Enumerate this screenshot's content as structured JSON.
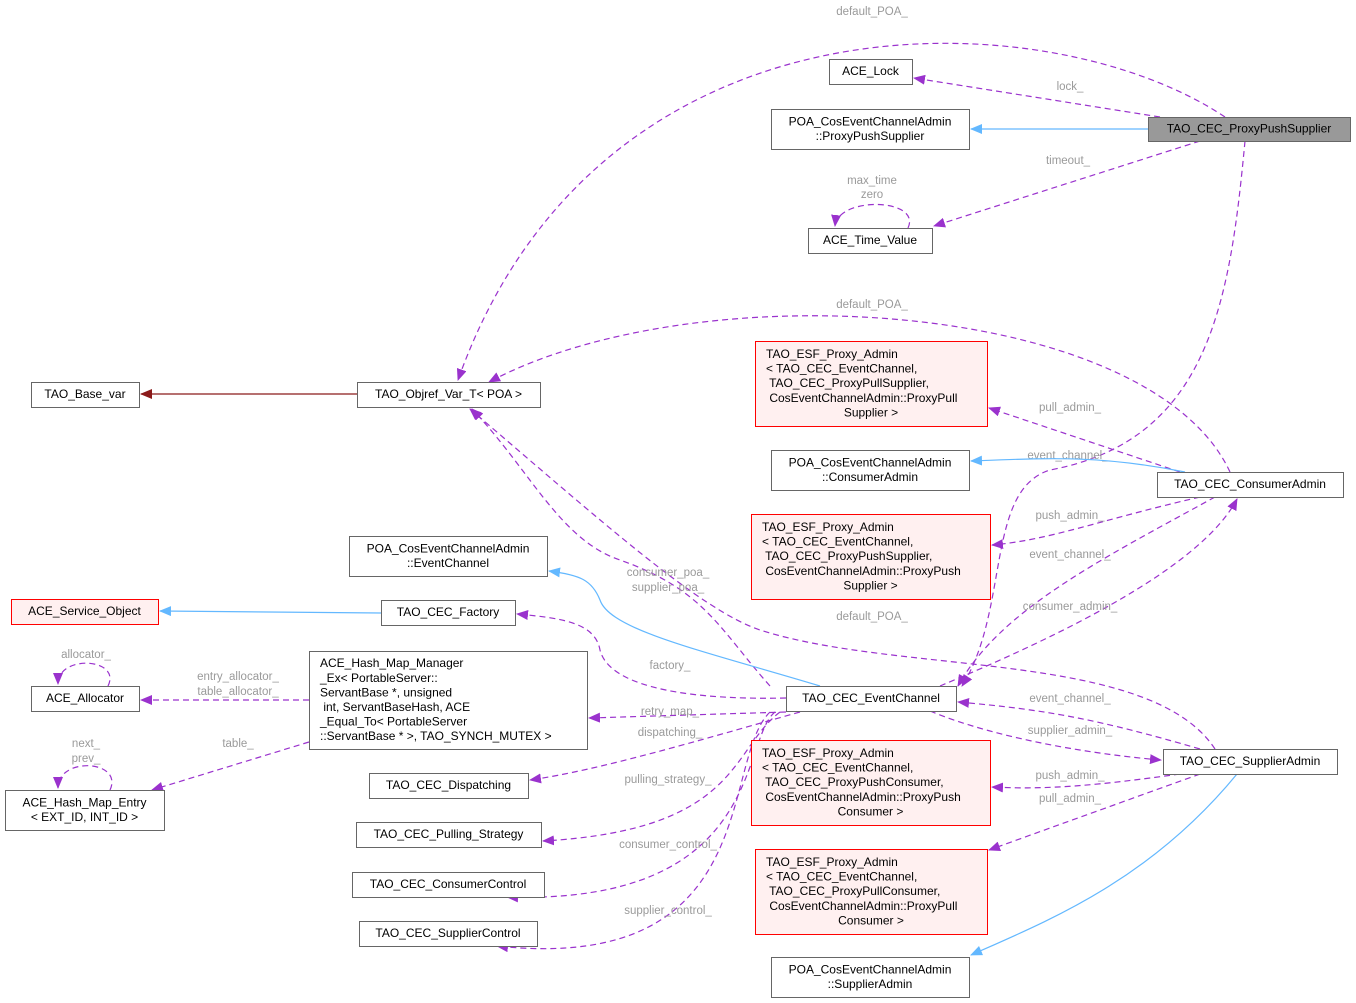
{
  "nodes": {
    "lock": [
      "ACE_Lock"
    ],
    "poa_pps": [
      "POA_CosEventChannelAdmin",
      "::ProxyPushSupplier"
    ],
    "pps": [
      "TAO_CEC_ProxyPushSupplier"
    ],
    "time": [
      "ACE_Time_Value"
    ],
    "basevar": [
      "TAO_Base_var"
    ],
    "objref": [
      "TAO_Objref_Var_T< POA >"
    ],
    "esf_pull_sup": [
      "TAO_ESF_Proxy_Admin",
      "< TAO_CEC_EventChannel,",
      " TAO_CEC_ProxyPullSupplier,",
      " CosEventChannelAdmin::ProxyPull",
      "Supplier >"
    ],
    "poa_ca": [
      "POA_CosEventChannelAdmin",
      "::ConsumerAdmin"
    ],
    "ca": [
      "TAO_CEC_ConsumerAdmin"
    ],
    "esf_push_sup": [
      "TAO_ESF_Proxy_Admin",
      "< TAO_CEC_EventChannel,",
      " TAO_CEC_ProxyPushSupplier,",
      " CosEventChannelAdmin::ProxyPush",
      "Supplier >"
    ],
    "poa_ec": [
      "POA_CosEventChannelAdmin",
      "::EventChannel"
    ],
    "svcobj": [
      "ACE_Service_Object"
    ],
    "factory": [
      "TAO_CEC_Factory"
    ],
    "allocator": [
      "ACE_Allocator"
    ],
    "hashmgr": [
      "ACE_Hash_Map_Manager",
      "_Ex< PortableServer::",
      "ServantBase *, unsigned",
      " int, ServantBaseHash, ACE",
      "_Equal_To< PortableServer",
      "::ServantBase * >, TAO_SYNCH_MUTEX >"
    ],
    "ec": [
      "TAO_CEC_EventChannel"
    ],
    "entry": [
      "ACE_Hash_Map_Entry",
      "< EXT_ID, INT_ID >"
    ],
    "disp": [
      "TAO_CEC_Dispatching"
    ],
    "sa": [
      "TAO_CEC_SupplierAdmin"
    ],
    "esf_push_con": [
      "TAO_ESF_Proxy_Admin",
      "< TAO_CEC_EventChannel,",
      " TAO_CEC_ProxyPushConsumer,",
      " CosEventChannelAdmin::ProxyPush",
      "Consumer >"
    ],
    "pull": [
      "TAO_CEC_Pulling_Strategy"
    ],
    "esf_pull_con": [
      "TAO_ESF_Proxy_Admin",
      "< TAO_CEC_EventChannel,",
      " TAO_CEC_ProxyPullConsumer,",
      " CosEventChannelAdmin::ProxyPull",
      "Consumer >"
    ],
    "cc": [
      "TAO_CEC_ConsumerControl"
    ],
    "sc": [
      "TAO_CEC_SupplierControl"
    ],
    "poa_sa": [
      "POA_CosEventChannelAdmin",
      "::SupplierAdmin"
    ]
  },
  "edges": [
    {
      "from": "pps",
      "to": "objref",
      "labels": [
        "default_POA_"
      ]
    },
    {
      "from": "pps",
      "to": "lock",
      "labels": [
        "lock_"
      ]
    },
    {
      "from": "pps",
      "to": "poa_pps",
      "labels": []
    },
    {
      "from": "pps",
      "to": "time",
      "labels": [
        "timeout_"
      ]
    },
    {
      "from": "time",
      "to": "time",
      "labels": [
        "max_time",
        "zero"
      ]
    },
    {
      "from": "pps",
      "to": "ec",
      "labels": [
        "event_channel_"
      ]
    },
    {
      "from": "objref",
      "to": "basevar",
      "labels": []
    },
    {
      "from": "ca",
      "to": "objref",
      "labels": [
        "default_POA_"
      ]
    },
    {
      "from": "ca",
      "to": "esf_pull_sup",
      "labels": [
        "pull_admin_"
      ]
    },
    {
      "from": "ca",
      "to": "poa_ca",
      "labels": []
    },
    {
      "from": "ca",
      "to": "esf_push_sup",
      "labels": [
        "push_admin_"
      ]
    },
    {
      "from": "ca",
      "to": "ec",
      "labels": [
        "event_channel_"
      ]
    },
    {
      "from": "ec",
      "to": "ca",
      "labels": [
        "consumer_admin_"
      ]
    },
    {
      "from": "sa",
      "to": "objref",
      "labels": [
        "default_POA_"
      ]
    },
    {
      "from": "ec",
      "to": "objref",
      "labels": [
        "consumer_poa_",
        "supplier_poa_"
      ]
    },
    {
      "from": "ec",
      "to": "poa_ec",
      "labels": []
    },
    {
      "from": "ec",
      "to": "factory",
      "labels": [
        "factory_"
      ]
    },
    {
      "from": "ec",
      "to": "hashmgr",
      "labels": [
        "retry_map_"
      ]
    },
    {
      "from": "ec",
      "to": "disp",
      "labels": [
        "dispatching_"
      ]
    },
    {
      "from": "ec",
      "to": "pull",
      "labels": [
        "pulling_strategy_"
      ]
    },
    {
      "from": "ec",
      "to": "cc",
      "labels": [
        "consumer_control_"
      ]
    },
    {
      "from": "ec",
      "to": "sc",
      "labels": [
        "supplier_control_"
      ]
    },
    {
      "from": "sa",
      "to": "ec",
      "labels": [
        "event_channel_"
      ]
    },
    {
      "from": "ec",
      "to": "sa",
      "labels": [
        "supplier_admin_"
      ]
    },
    {
      "from": "sa",
      "to": "esf_push_con",
      "labels": [
        "push_admin_"
      ]
    },
    {
      "from": "sa",
      "to": "esf_pull_con",
      "labels": [
        "pull_admin_"
      ]
    },
    {
      "from": "sa",
      "to": "poa_sa",
      "labels": []
    },
    {
      "from": "hashmgr",
      "to": "allocator",
      "labels": [
        "entry_allocator_",
        "table_allocator_"
      ]
    },
    {
      "from": "allocator",
      "to": "allocator",
      "labels": [
        "allocator_"
      ]
    },
    {
      "from": "hashmgr",
      "to": "entry",
      "labels": [
        "table_"
      ]
    },
    {
      "from": "entry",
      "to": "entry",
      "labels": [
        "next_",
        "prev_"
      ]
    },
    {
      "from": "factory",
      "to": "svcobj",
      "labels": []
    }
  ],
  "colors": {
    "usage": "#9a32cd",
    "inheritance": "#63b8ff",
    "template": "#8b1a1a",
    "focus": "#999999"
  }
}
